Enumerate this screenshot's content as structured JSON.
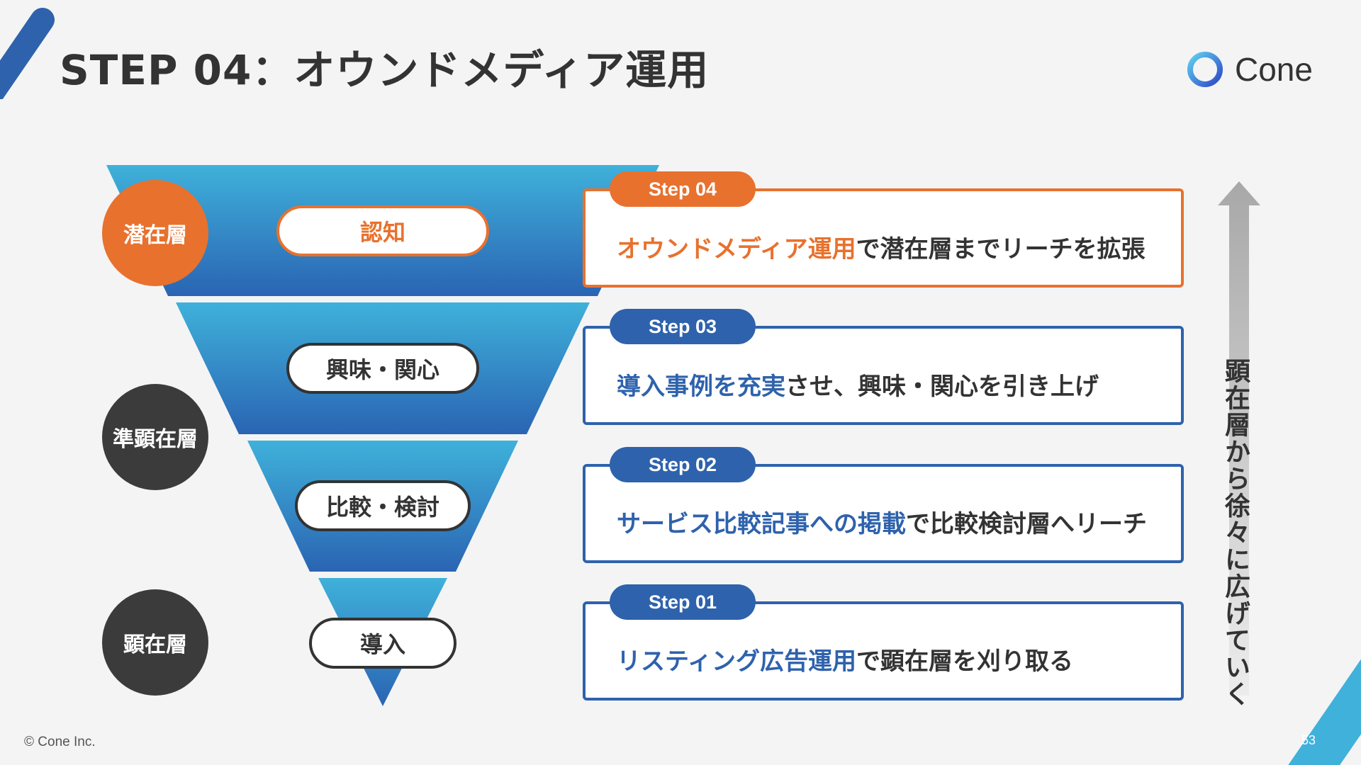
{
  "title": "STEP 04：オウンドメディア運用",
  "brand": {
    "name": "Cone"
  },
  "layers": [
    {
      "label": "潜在層",
      "color": "#e8712e"
    },
    {
      "label": "準顕在層",
      "color": "#3b3b3b"
    },
    {
      "label": "顕在層",
      "color": "#3b3b3b"
    }
  ],
  "funnel_stages": [
    {
      "label": "認知",
      "accent": "#e8712e"
    },
    {
      "label": "興味・関心"
    },
    {
      "label": "比較・検討"
    },
    {
      "label": "導入"
    }
  ],
  "steps": [
    {
      "tab": "Step 04",
      "highlight": "オウンドメディア運用",
      "rest": "で潜在層までリーチを拡張",
      "color": "#e8712e"
    },
    {
      "tab": "Step 03",
      "highlight": "導入事例を充実",
      "rest": "させ、興味・関心を引き上げ",
      "color": "#2e62ac"
    },
    {
      "tab": "Step 02",
      "highlight": "サービス比較記事への掲載",
      "rest": "で比較検討層へリーチ",
      "color": "#2e62ac"
    },
    {
      "tab": "Step 01",
      "highlight": "リスティング広告運用",
      "rest": "で顕在層を刈り取る",
      "color": "#2e62ac"
    }
  ],
  "arrow_caption": "顕在層から徐々に広げていく",
  "footer": "© Cone Inc.",
  "page_number": "53",
  "colors": {
    "orange": "#e8712e",
    "blue": "#2e62ac",
    "funnel_top": "#3fb1da",
    "funnel_bottom": "#2a66b4"
  }
}
